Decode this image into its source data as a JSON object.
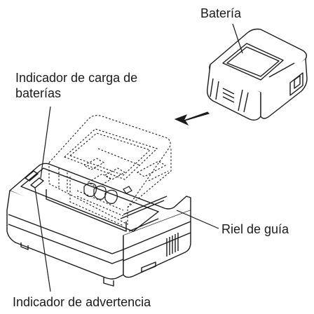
{
  "labels": {
    "battery": "Batería",
    "charge_indicator_line1": "Indicador de carga de",
    "charge_indicator_line2": "baterías",
    "guide_rail": "Riel de guía",
    "warning_indicator": "Indicador de advertencia"
  },
  "colors": {
    "ink": "#1a1a1a",
    "device_shade": "#b8b8b8",
    "background": "#ffffff"
  }
}
